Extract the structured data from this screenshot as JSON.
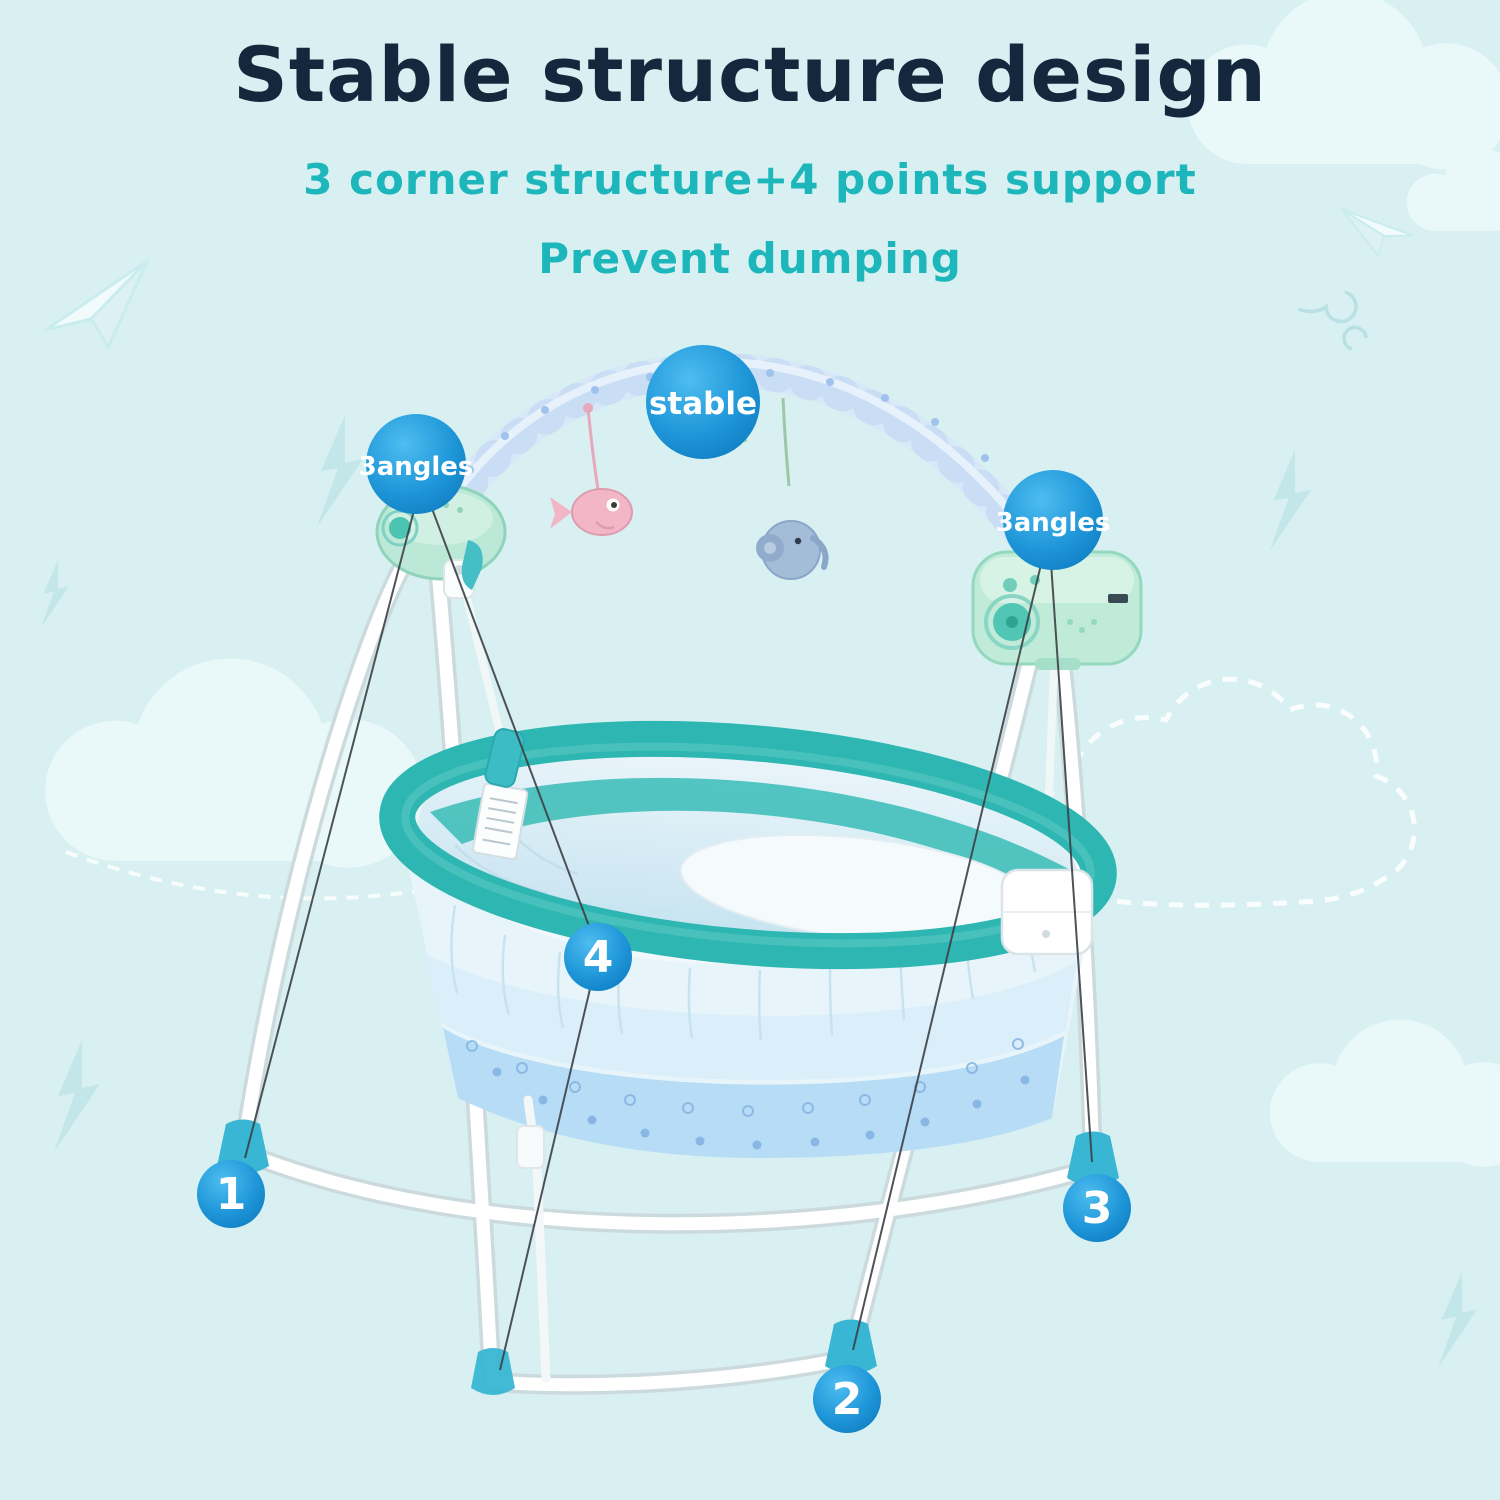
{
  "header": {
    "title": "Stable structure design",
    "subtitle_support": "3 corner structure+4 points support",
    "subtitle_prevent": "Prevent dumping"
  },
  "badges": {
    "stable": "stable",
    "angles_left": "3angles",
    "angles_right": "3angles"
  },
  "support_points": [
    {
      "label": "1"
    },
    {
      "label": "2"
    },
    {
      "label": "3"
    },
    {
      "label": "4"
    }
  ],
  "colors": {
    "background": "#d8f0f1",
    "title_text": "#14273d",
    "subtitle_text": "#1cb6bb",
    "badge_blue": "#1289cf",
    "rim_teal": "#2eb6b2",
    "foot_cap_teal": "#38b6d3",
    "arch_blue": "#d7e8f8",
    "motor_mint": "#bfeada",
    "skirt_pattern_blue": "#b7dcf5",
    "frame_white": "#ffffff"
  }
}
